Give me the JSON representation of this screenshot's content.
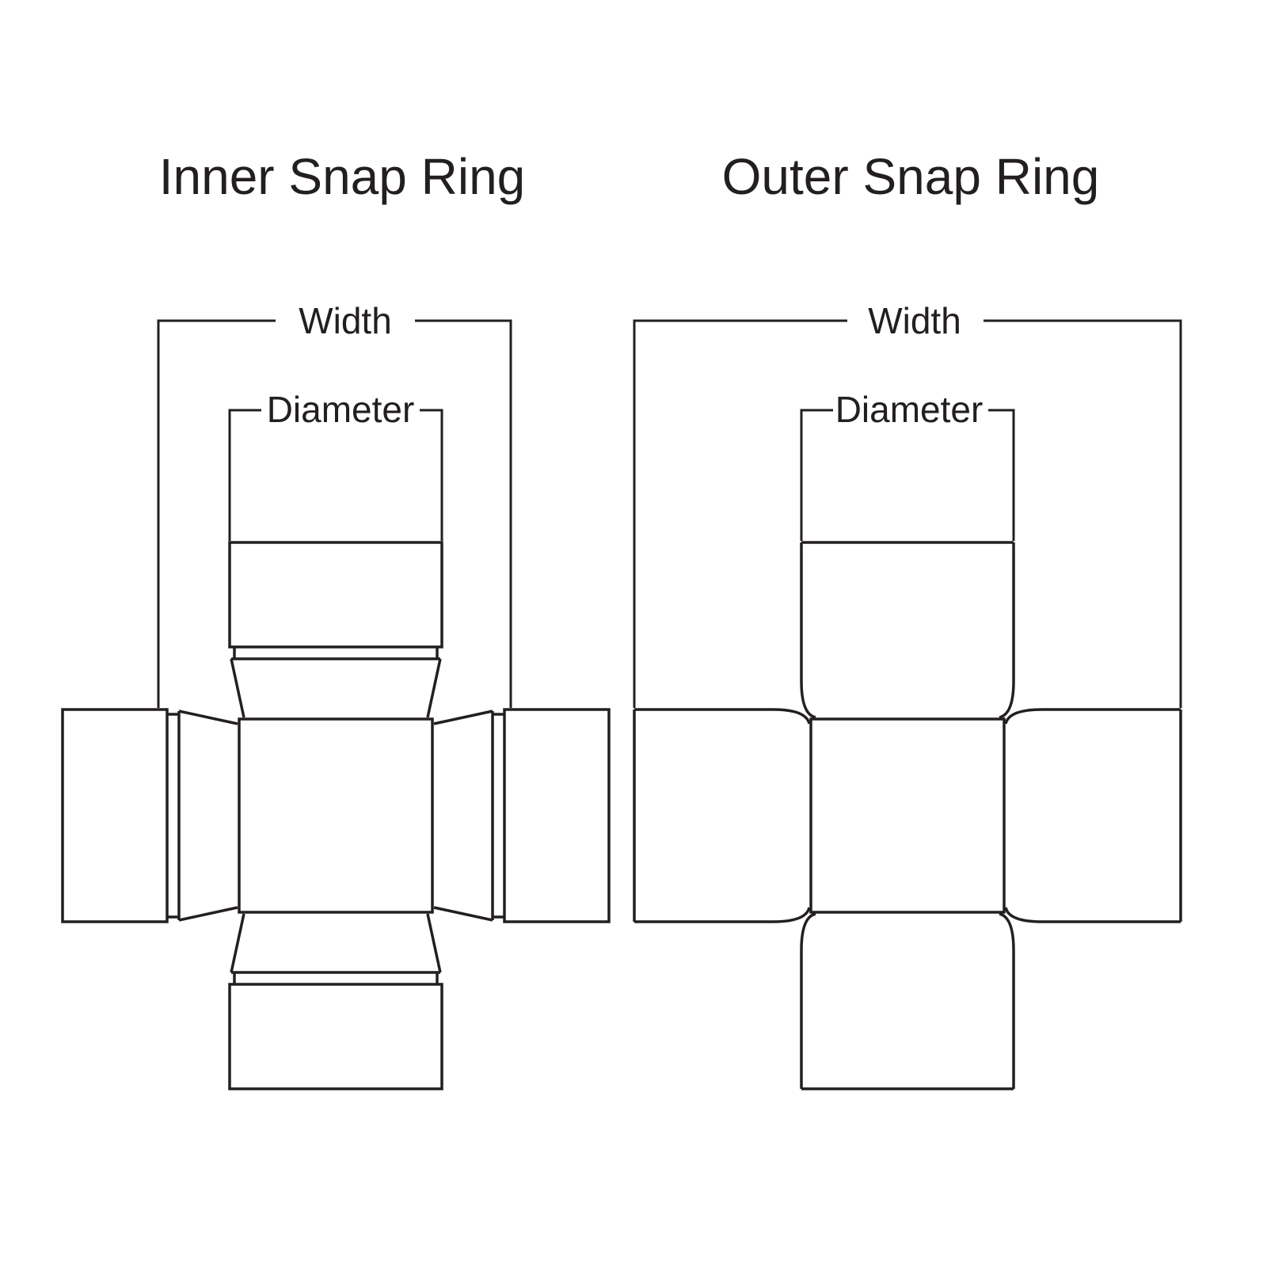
{
  "page": {
    "background_color": "#ffffff",
    "line_color": "#231f20"
  },
  "diagrams": {
    "inner": {
      "title": "Inner Snap Ring",
      "width_label": "Width",
      "diameter_label": "Diameter"
    },
    "outer": {
      "title": "Outer Snap Ring",
      "width_label": "Width",
      "diameter_label": "Diameter"
    }
  }
}
